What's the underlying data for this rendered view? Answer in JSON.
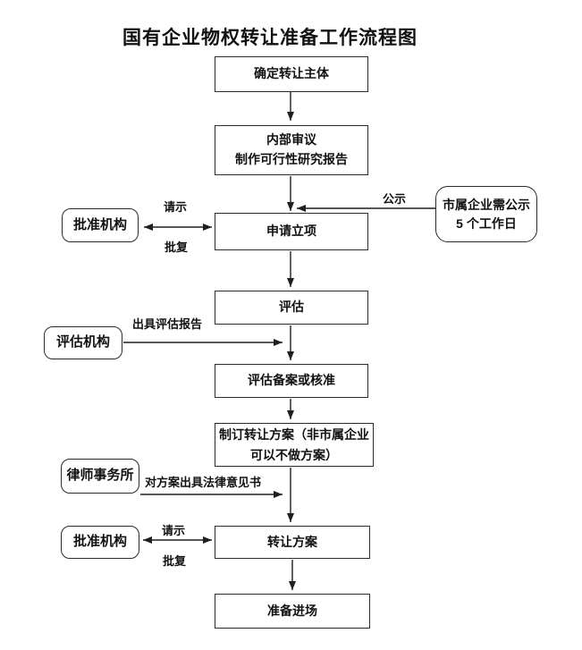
{
  "title": "国有企业物权转让准备工作流程图",
  "colors": {
    "line": "#1f1f1f",
    "border": "#2b2b2b",
    "text": "#111111",
    "background": "#ffffff"
  },
  "flow_boxes": [
    {
      "name": "determine-transfer-subject",
      "lines": [
        "确定转让主体"
      ]
    },
    {
      "name": "internal-review",
      "lines": [
        "内部审议",
        "制作可行性研究报告"
      ]
    },
    {
      "name": "apply-for-project",
      "lines": [
        "申请立项"
      ]
    },
    {
      "name": "evaluation",
      "lines": [
        "评估"
      ]
    },
    {
      "name": "evaluation-filing-approval",
      "lines": [
        "评估备案或核准"
      ]
    },
    {
      "name": "draft-transfer-plan",
      "lines": [
        "制订转让方案（非市属企业",
        "可以不做方案）"
      ]
    },
    {
      "name": "transfer-plan",
      "lines": [
        "转让方案"
      ]
    },
    {
      "name": "prepare-entry",
      "lines": [
        "准备进场"
      ]
    }
  ],
  "side_nodes": [
    {
      "name": "approval-agency-upper",
      "lines": [
        "批准机构"
      ]
    },
    {
      "name": "evaluation-agency",
      "lines": [
        "评估机构"
      ]
    },
    {
      "name": "law-firm",
      "lines": [
        "律师事务所"
      ]
    },
    {
      "name": "approval-agency-lower",
      "lines": [
        "批准机构"
      ]
    },
    {
      "name": "municipal-notice",
      "lines": [
        "市属企业需公示",
        "5 个工作日"
      ]
    }
  ],
  "edge_labels": [
    {
      "name": "request-upper",
      "text": "请示"
    },
    {
      "name": "reply-upper",
      "text": "批复"
    },
    {
      "name": "public-notice",
      "text": "公示"
    },
    {
      "name": "evaluation-report",
      "text": "出具评估报告"
    },
    {
      "name": "legal-opinion",
      "text": "对方案出具法律意见书"
    },
    {
      "name": "request-lower",
      "text": "请示"
    },
    {
      "name": "reply-lower",
      "text": "批复"
    }
  ]
}
